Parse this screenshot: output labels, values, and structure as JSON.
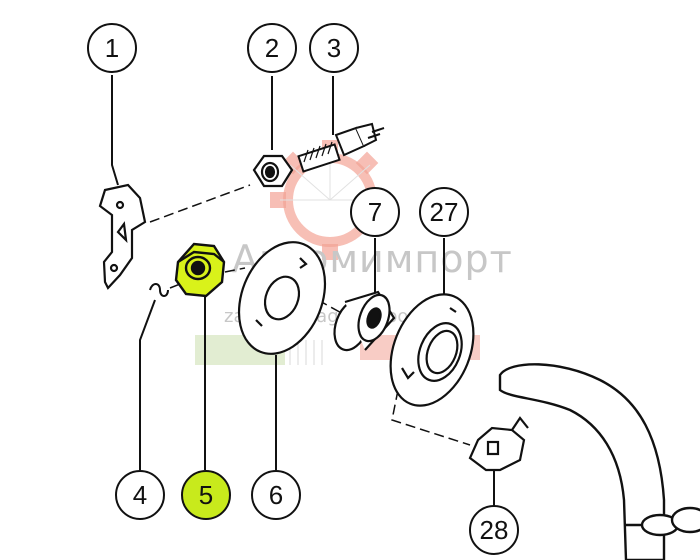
{
  "callouts": [
    {
      "id": "c1",
      "label": "1",
      "highlighted": false
    },
    {
      "id": "c2",
      "label": "2",
      "highlighted": false
    },
    {
      "id": "c3",
      "label": "3",
      "highlighted": false
    },
    {
      "id": "c4",
      "label": "4",
      "highlighted": false
    },
    {
      "id": "c5",
      "label": "5",
      "highlighted": true
    },
    {
      "id": "c6",
      "label": "6",
      "highlighted": false
    },
    {
      "id": "c7",
      "label": "7",
      "highlighted": false
    },
    {
      "id": "c27",
      "label": "27",
      "highlighted": false
    },
    {
      "id": "c28",
      "label": "28",
      "highlighted": false
    }
  ],
  "watermark": {
    "brand": "Агромимпорт",
    "site": "zapchasti-agro-import.ru"
  },
  "colors": {
    "highlight": "#c8ea1c",
    "highlight_part": "#d9f21a",
    "line": "#111111",
    "watermark_red": "#e8583e",
    "watermark_green": "#9fc46a",
    "watermark_gray": "#9a9a9a"
  }
}
